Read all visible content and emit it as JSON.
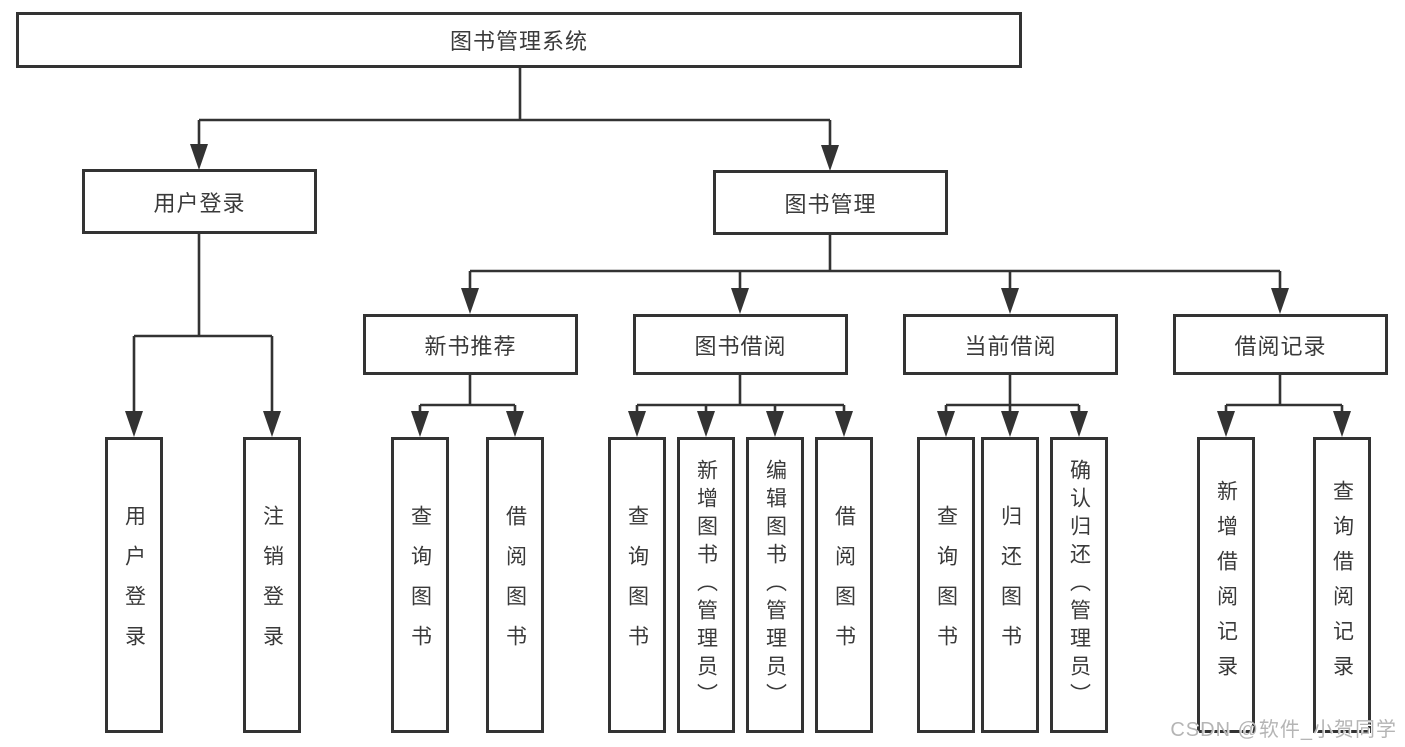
{
  "title": "图书管理系统",
  "colors": {
    "line": "#333333",
    "border": "#333333",
    "text": "#3a3a3a",
    "background": "#ffffff",
    "watermark": "#b5b5b5"
  },
  "root": {
    "label": "图书管理系统"
  },
  "branches": {
    "user_login": {
      "label": "用户登录"
    },
    "book_management": {
      "label": "图书管理"
    }
  },
  "modules": {
    "new_books": {
      "label": "新书推荐"
    },
    "book_borrow": {
      "label": "图书借阅"
    },
    "current_borrow": {
      "label": "当前借阅"
    },
    "borrow_records": {
      "label": "借阅记录"
    }
  },
  "leaves": {
    "user_login": [
      "用户登录",
      "注销登录"
    ],
    "new_books": [
      "查询图书",
      "借阅图书"
    ],
    "book_borrow": [
      "查询图书",
      "新增图书（管理员）",
      "编辑图书（管理员）",
      "借阅图书"
    ],
    "current_borrow": [
      "查询图书",
      "归还图书",
      "确认归还（管理员）"
    ],
    "borrow_records": [
      "新增借阅记录",
      "查询借阅记录"
    ]
  },
  "watermark": "CSDN @软件_小贺同学"
}
